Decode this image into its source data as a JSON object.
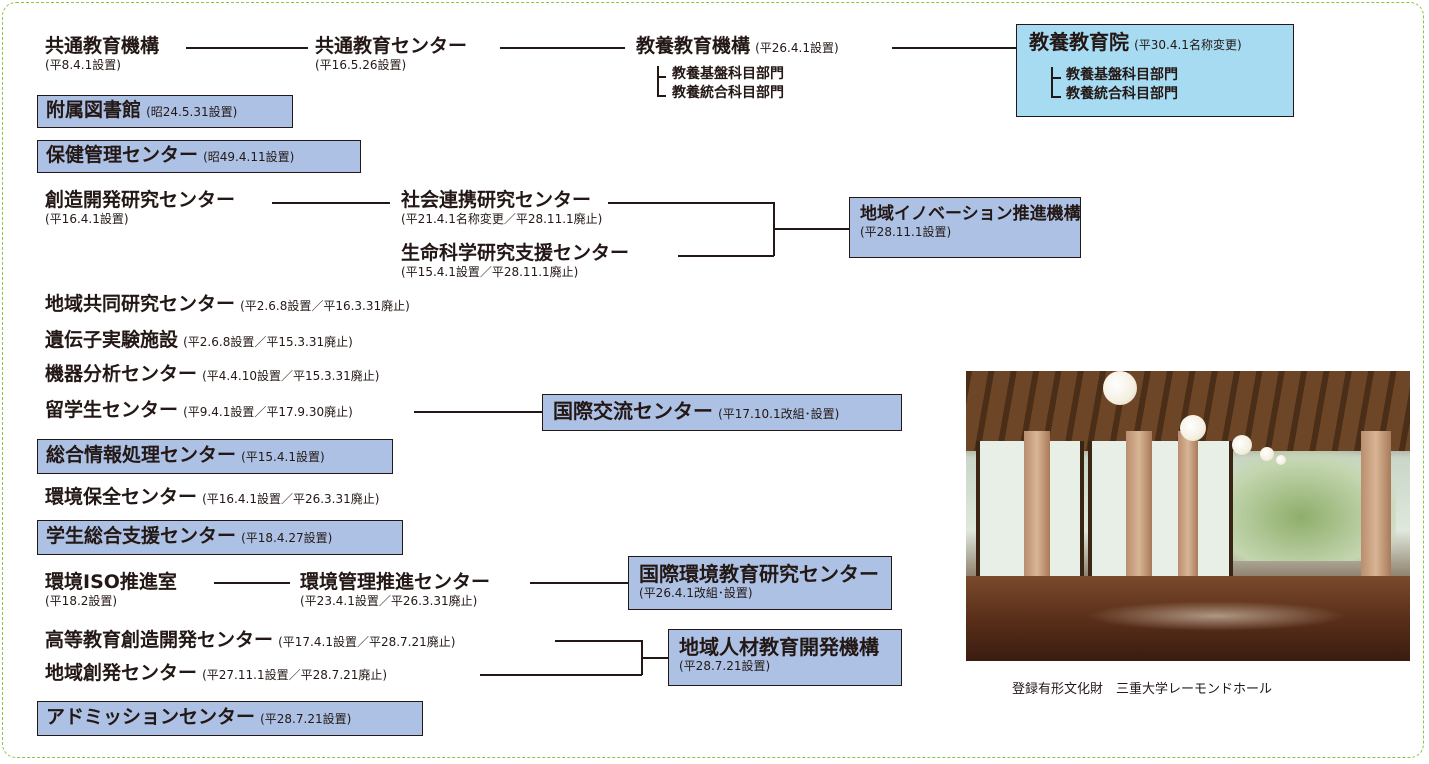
{
  "nodes": {
    "kyotsu_kiko": {
      "title": "共通教育機構",
      "note": "(平8.4.1設置)"
    },
    "kyotsu_center": {
      "title": "共通教育センター",
      "note": "(平16.5.26設置)"
    },
    "kyoyo_kiko": {
      "title": "教養教育機構",
      "note": "(平26.4.1設置)",
      "depts": [
        "教養基盤科目部門",
        "教養統合科目部門"
      ]
    },
    "kyoyo_in": {
      "title": "教養教育院",
      "note": "(平30.4.1名称変更)",
      "depts": [
        "教養基盤科目部門",
        "教養統合科目部門"
      ]
    },
    "toshokan": {
      "title": "附属図書館",
      "note": "(昭24.5.31設置)"
    },
    "hoken": {
      "title": "保健管理センター",
      "note": "(昭49.4.11設置)"
    },
    "sozo_kaihatsu": {
      "title": "創造開発研究センター",
      "note": "(平16.4.1設置)"
    },
    "shakai_renkei": {
      "title": "社会連携研究センター",
      "note": "(平21.4.1名称変更／平28.11.1廃止)"
    },
    "seimei_kagaku": {
      "title": "生命科学研究支援センター",
      "note": "(平15.4.1設置／平28.11.1廃止)"
    },
    "chiiki_innov": {
      "title": "地域イノベーション推進機構",
      "note": "(平28.11.1設置)"
    },
    "chiiki_kyodo": {
      "title": "地域共同研究センター",
      "note": "(平2.6.8設置／平16.3.31廃止)"
    },
    "idenshi": {
      "title": "遺伝子実験施設",
      "note": "(平2.6.8設置／平15.3.31廃止)"
    },
    "kiki_bunseki": {
      "title": "機器分析センター",
      "note": "(平4.4.10設置／平15.3.31廃止)"
    },
    "ryugakusei": {
      "title": "留学生センター",
      "note": "(平9.4.1設置／平17.9.30廃止)"
    },
    "kokusai_koryu": {
      "title": "国際交流センター",
      "note": "(平17.10.1改組･設置)"
    },
    "sogo_joho": {
      "title": "総合情報処理センター",
      "note": "(平15.4.1設置)"
    },
    "kankyo_hozen": {
      "title": "環境保全センター",
      "note": "(平16.4.1設置／平26.3.31廃止)"
    },
    "gakusei_shien": {
      "title": "学生総合支援センター",
      "note": "(平18.4.27設置)"
    },
    "kankyo_iso": {
      "title": "環境ISO推進室",
      "note": "(平18.2設置)"
    },
    "kankyo_kanri": {
      "title": "環境管理推進センター",
      "note": "(平23.4.1設置／平26.3.31廃止)"
    },
    "kokusai_kankyo": {
      "title": "国際環境教育研究センター",
      "note": "(平26.4.1改組･設置)"
    },
    "koto_kyoiku": {
      "title": "高等教育創造開発センター",
      "note": "(平17.4.1設置／平28.7.21廃止)"
    },
    "chiiki_sohatsu": {
      "title": "地域創発センター",
      "note": "(平27.11.1設置／平28.7.21廃止)"
    },
    "chiiki_jinzai": {
      "title": "地域人材教育開発機構",
      "note": "(平28.7.21設置)"
    },
    "admission": {
      "title": "アドミッションセンター",
      "note": "(平28.7.21設置)"
    }
  },
  "photo": {
    "caption": "登録有形文化財　三重大学レーモンドホール"
  },
  "colors": {
    "box_blue": "#adc1e4",
    "box_cyan": "#a6dbf2",
    "border_dashed": "#8cc63f",
    "text": "#231815"
  }
}
